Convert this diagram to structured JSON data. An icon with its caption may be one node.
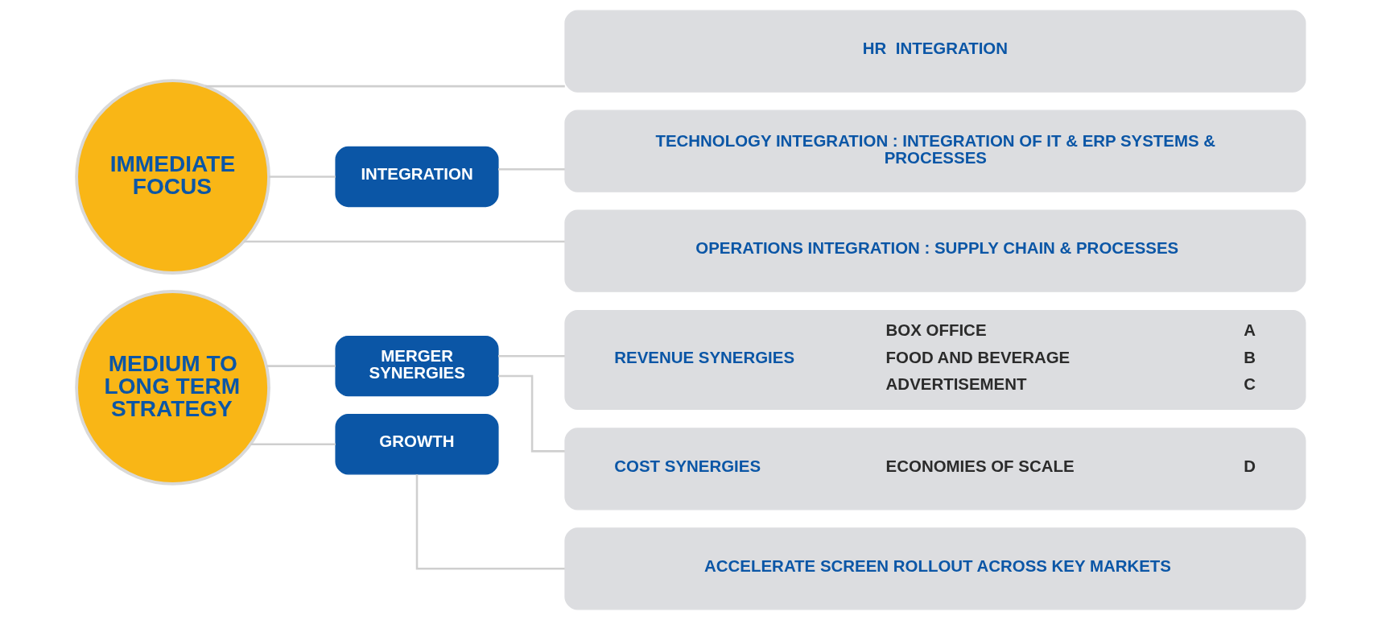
{
  "diagram": {
    "nodes": [
      {
        "text": [
          "IMMEDIATE FOCUS"
        ]
      },
      {
        "text": [
          "INTEGRATION"
        ]
      },
      {
        "text": [
          "HR  INTEGRATION"
        ]
      },
      {
        "text": [
          "TECHNOLOGY INTEGRATION : INTEGRATION OF IT & ERP SYSTEMS & PROCESSES"
        ]
      },
      {
        "text": [
          "OPERATIONS INTEGRATION : SUPPLY CHAIN & PROCESSES"
        ]
      },
      {
        "text": [
          "MEDIUM TO LONG TERM STRATEGY"
        ]
      },
      {
        "text": [
          "MERGER SYNERGIES"
        ]
      },
      {
        "text": [
          "GROWTH"
        ]
      },
      {
        "text": [
          "REVENUE SYNERGIES",
          "BOX OFFICE",
          "A",
          "FOOD AND BEVERAGE",
          "B",
          "ADVERTISEMENT",
          "C"
        ]
      },
      {
        "text": [
          "COST SYNERGIES",
          "ECONOMIES OF SCALE",
          "D"
        ]
      },
      {
        "text": [
          "ACCELERATE SCREEN ROLLOUT ACROSS KEY MARKETS"
        ]
      }
    ],
    "edges": [
      {
        "from": 0,
        "to": 2,
        "arrow": "none"
      },
      {
        "from": 0,
        "to": 1,
        "arrow": "none"
      },
      {
        "from": 1,
        "to": 3,
        "arrow": "none"
      },
      {
        "from": 0,
        "to": 4,
        "arrow": "none"
      },
      {
        "from": 5,
        "to": 6,
        "arrow": "none"
      },
      {
        "from": 6,
        "to": 8,
        "arrow": "none"
      },
      {
        "from": 6,
        "to": 9,
        "arrow": "none"
      },
      {
        "from": 5,
        "to": 7,
        "arrow": "none"
      },
      {
        "from": 7,
        "to": 10,
        "arrow": "none"
      }
    ]
  }
}
